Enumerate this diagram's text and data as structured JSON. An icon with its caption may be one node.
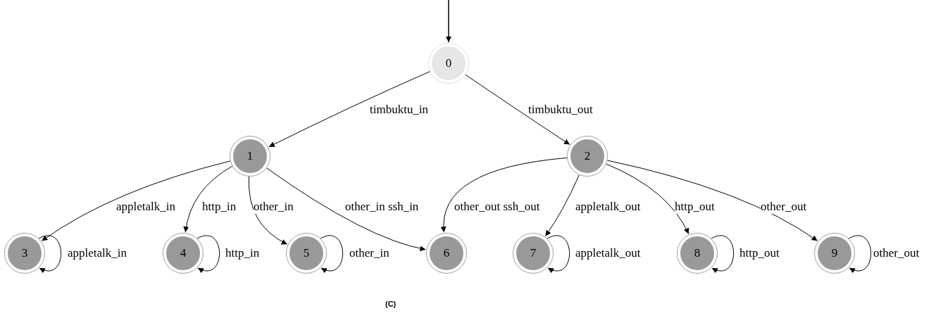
{
  "diagram": {
    "caption": "(C)",
    "nodes": [
      {
        "text": [
          "0"
        ]
      },
      {
        "text": [
          "1"
        ]
      },
      {
        "text": [
          "2"
        ]
      },
      {
        "text": [
          "3"
        ]
      },
      {
        "text": [
          "4"
        ]
      },
      {
        "text": [
          "5"
        ]
      },
      {
        "text": [
          "6"
        ]
      },
      {
        "text": [
          "7"
        ]
      },
      {
        "text": [
          "8"
        ]
      },
      {
        "text": [
          "9"
        ]
      }
    ],
    "edges": [
      {
        "from": null,
        "to": 0,
        "arrow": "to"
      },
      {
        "from": 0,
        "to": 1,
        "arrow": "to",
        "label": "timbuktu_in"
      },
      {
        "from": 0,
        "to": 2,
        "arrow": "to",
        "label": "timbuktu_out"
      },
      {
        "from": 1,
        "to": 3,
        "arrow": "to",
        "label": "appletalk_in"
      },
      {
        "from": 1,
        "to": 4,
        "arrow": "to",
        "label": "http_in"
      },
      {
        "from": 1,
        "to": 5,
        "arrow": "to",
        "label": "other_in"
      },
      {
        "from": 1,
        "to": 6,
        "arrow": "to",
        "label": "other_in ssh_in"
      },
      {
        "from": 2,
        "to": 6,
        "arrow": "to",
        "label": "other_out ssh_out"
      },
      {
        "from": 2,
        "to": 7,
        "arrow": "to",
        "label": "appletalk_out"
      },
      {
        "from": 2,
        "to": 8,
        "arrow": "to",
        "label": "http_out"
      },
      {
        "from": 2,
        "to": 9,
        "arrow": "to",
        "label": "other_out"
      },
      {
        "from": 3,
        "to": 3,
        "arrow": "to",
        "label": "appletalk_in"
      },
      {
        "from": 4,
        "to": 4,
        "arrow": "to",
        "label": "http_in"
      },
      {
        "from": 5,
        "to": 5,
        "arrow": "to",
        "label": "other_in"
      },
      {
        "from": 7,
        "to": 7,
        "arrow": "to",
        "label": "appletalk_out"
      },
      {
        "from": 8,
        "to": 8,
        "arrow": "to",
        "label": "http_out"
      },
      {
        "from": 9,
        "to": 9,
        "arrow": "to",
        "label": "other_out"
      }
    ]
  }
}
